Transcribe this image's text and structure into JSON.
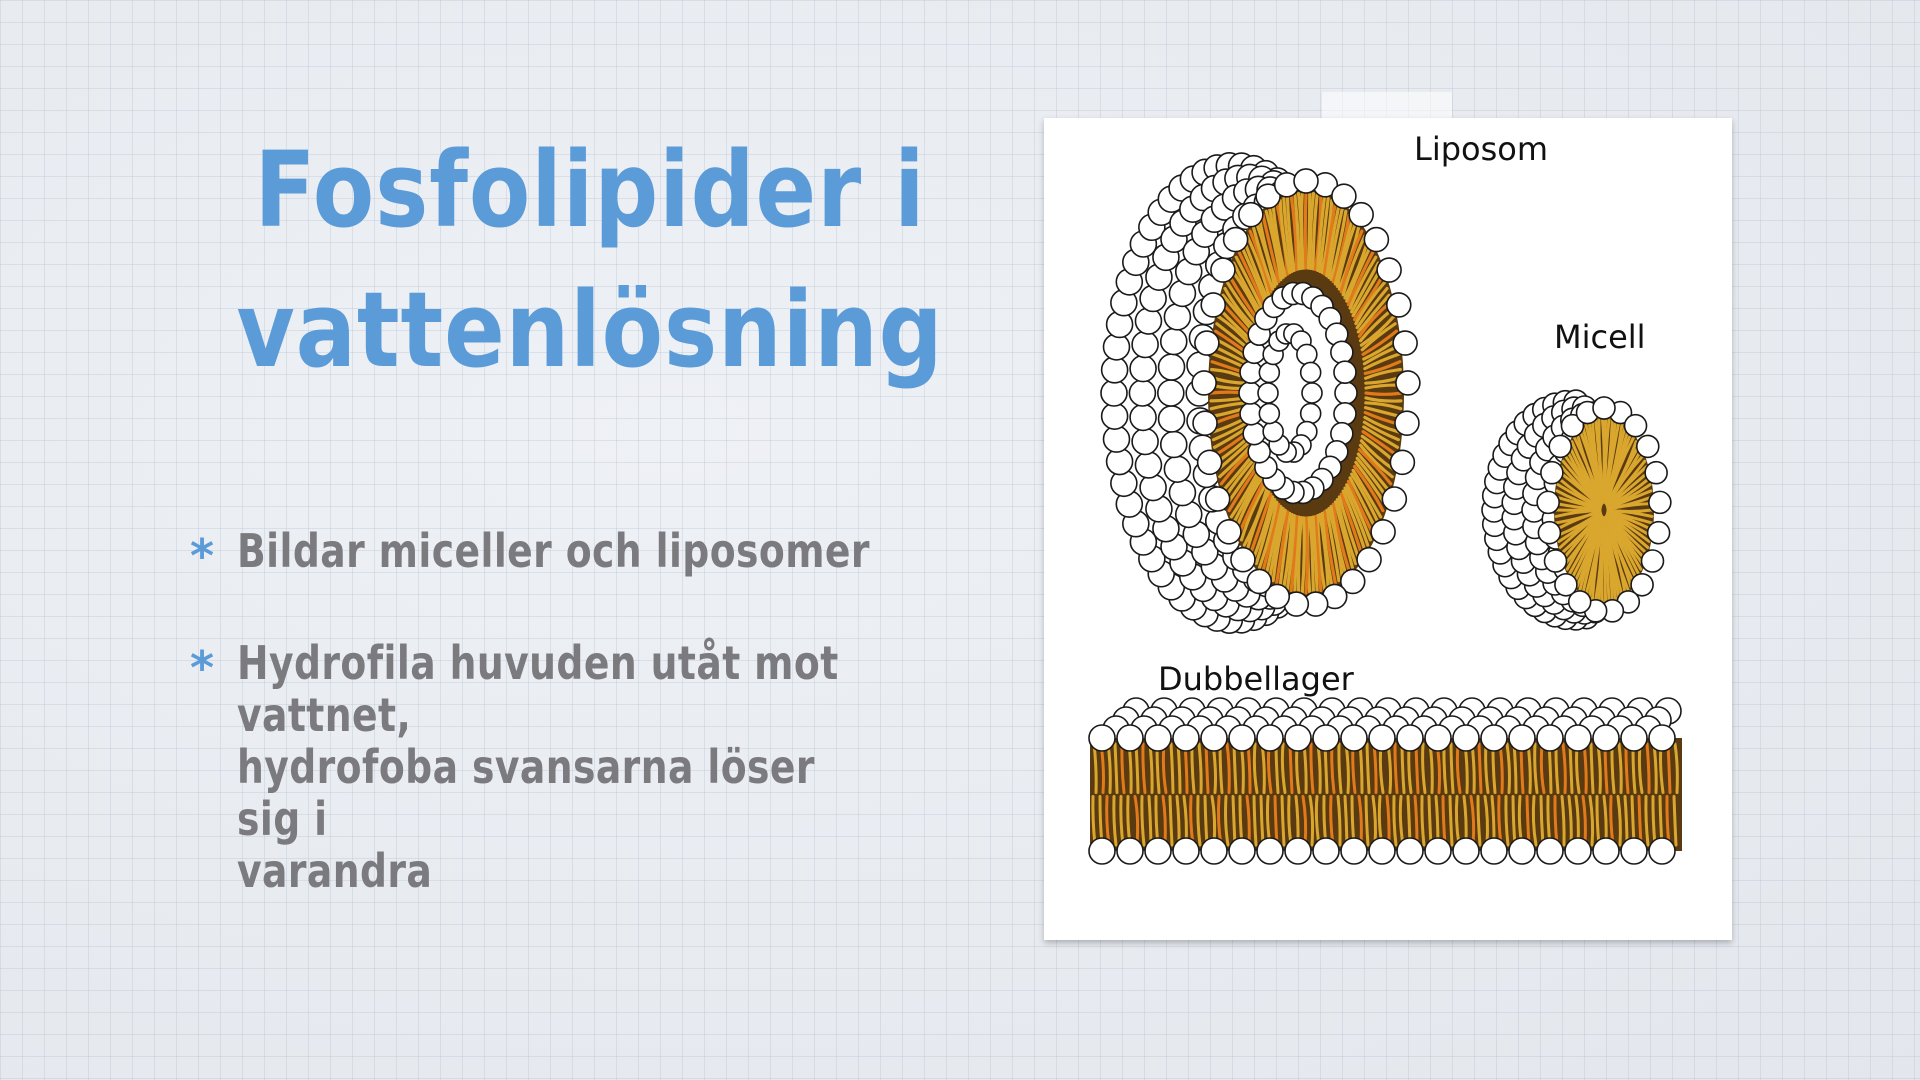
{
  "slide": {
    "title_line1": "Fosfolipider i",
    "title_line2": "vattenlösning",
    "bullet_marker": "*",
    "bullets": [
      {
        "text": "Bildar  miceller och liposomer"
      },
      {
        "line1": "Hydrofila huvuden utåt mot vattnet,",
        "line2": "hydrofoba svansarna löser sig i",
        "line3": "varandra"
      }
    ]
  },
  "figure": {
    "labels": {
      "liposome": "Liposom",
      "micelle": "Micell",
      "bilayer": "Dubbellager"
    },
    "colors": {
      "head_fill": "#ffffff",
      "head_stroke": "#1a1a1a",
      "tail_yellow": "#d9a62e",
      "tail_orange": "#e07a1a",
      "tail_dark": "#5a3a10",
      "title_blue": "#5b9bd8",
      "text_gray": "#7b7b7f"
    }
  }
}
